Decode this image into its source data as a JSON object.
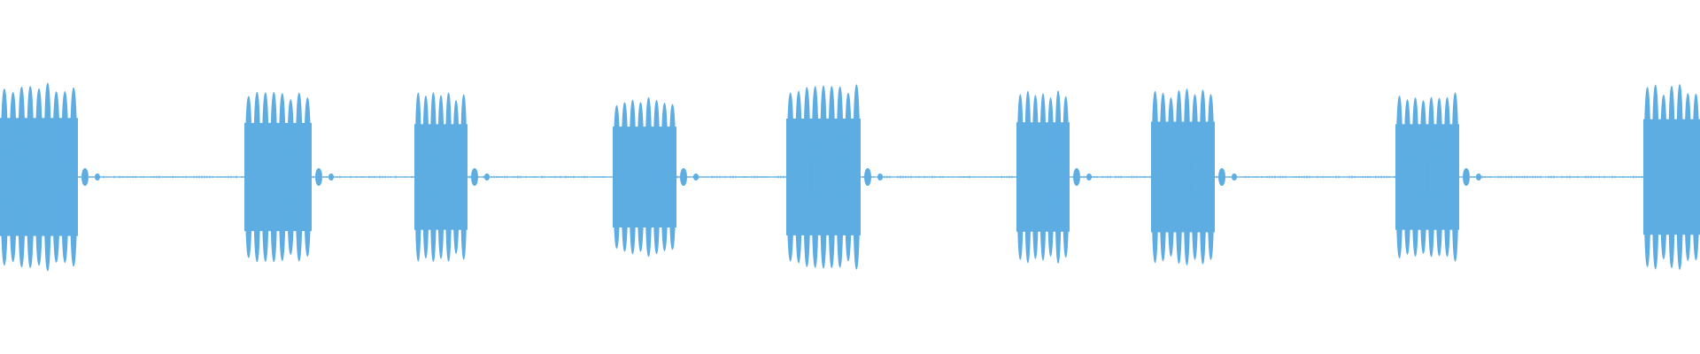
{
  "waveform": {
    "color": "#5dade2",
    "background": "#ffffff",
    "duration_seconds": 24,
    "sample_rate_hz": 8000,
    "tone_bursts": [
      {
        "start_s": 0.0,
        "end_s": 1.1,
        "peak_amplitude": 0.96,
        "lobes": 9
      },
      {
        "start_s": 3.45,
        "end_s": 4.4,
        "peak_amplitude": 0.88,
        "lobes": 8
      },
      {
        "start_s": 5.85,
        "end_s": 6.6,
        "peak_amplitude": 0.86,
        "lobes": 7
      },
      {
        "start_s": 8.65,
        "end_s": 9.55,
        "peak_amplitude": 0.82,
        "lobes": 8
      },
      {
        "start_s": 11.1,
        "end_s": 12.15,
        "peak_amplitude": 0.95,
        "lobes": 9
      },
      {
        "start_s": 14.35,
        "end_s": 15.1,
        "peak_amplitude": 0.89,
        "lobes": 7
      },
      {
        "start_s": 16.25,
        "end_s": 17.15,
        "peak_amplitude": 0.9,
        "lobes": 8
      },
      {
        "start_s": 19.7,
        "end_s": 20.6,
        "peak_amplitude": 0.86,
        "lobes": 8
      },
      {
        "start_s": 23.2,
        "end_s": 24.0,
        "peak_amplitude": 0.94,
        "lobes": 7
      }
    ],
    "silence_noise_amplitude": 0.01
  }
}
